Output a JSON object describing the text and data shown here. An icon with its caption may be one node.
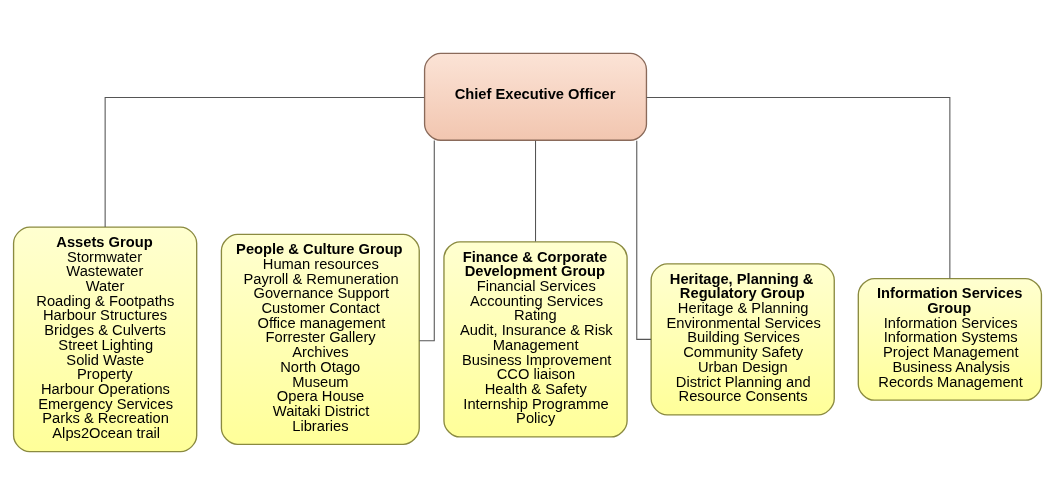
{
  "diagram": {
    "nodes": [
      {
        "text": [
          "Chief Executive Officer"
        ]
      },
      {
        "text": [
          "Assets Group",
          "Stormwater",
          "Wastewater",
          "Water",
          "Roading & Footpaths",
          "Harbour Structures",
          "Bridges & Culverts",
          "Street Lighting",
          "Solid Waste",
          "Property",
          "Harbour Operations",
          "Emergency Services",
          "Parks & Recreation",
          "Alps2Ocean trail"
        ]
      },
      {
        "text": [
          "People & Culture Group",
          "Human resources",
          "Payroll & Remuneration",
          "Governance Support",
          "Customer Contact",
          "Office management",
          "Forrester Gallery",
          "Archives",
          "North Otago",
          "Museum",
          "Opera House",
          "Waitaki District Libraries"
        ]
      },
      {
        "text": [
          "Finance & Corporate Development Group",
          "Financial Services",
          "Accounting Services",
          "Rating",
          "Audit, Insurance & Risk Management",
          "Business Improvement",
          "CCO liaison",
          "Health & Safety",
          "Internship Programme",
          "Policy"
        ]
      },
      {
        "text": [
          "Heritage, Planning & Regulatory Group",
          "Heritage & Planning",
          "Environmental Services",
          "Building Services",
          "Community Safety",
          "Urban Design",
          "District Planning and Resource Consents"
        ]
      },
      {
        "text": [
          "Information Services Group",
          "Information Services",
          "Information Systems",
          "Project Management",
          "Business Analysis",
          "Records Management"
        ]
      }
    ],
    "edges": [
      {
        "from": 0,
        "to": 1,
        "arrow": "none"
      },
      {
        "from": 0,
        "to": 2,
        "arrow": "none"
      },
      {
        "from": 0,
        "to": 3,
        "arrow": "none"
      },
      {
        "from": 0,
        "to": 4,
        "arrow": "none"
      },
      {
        "from": 0,
        "to": 5,
        "arrow": "none"
      }
    ]
  }
}
